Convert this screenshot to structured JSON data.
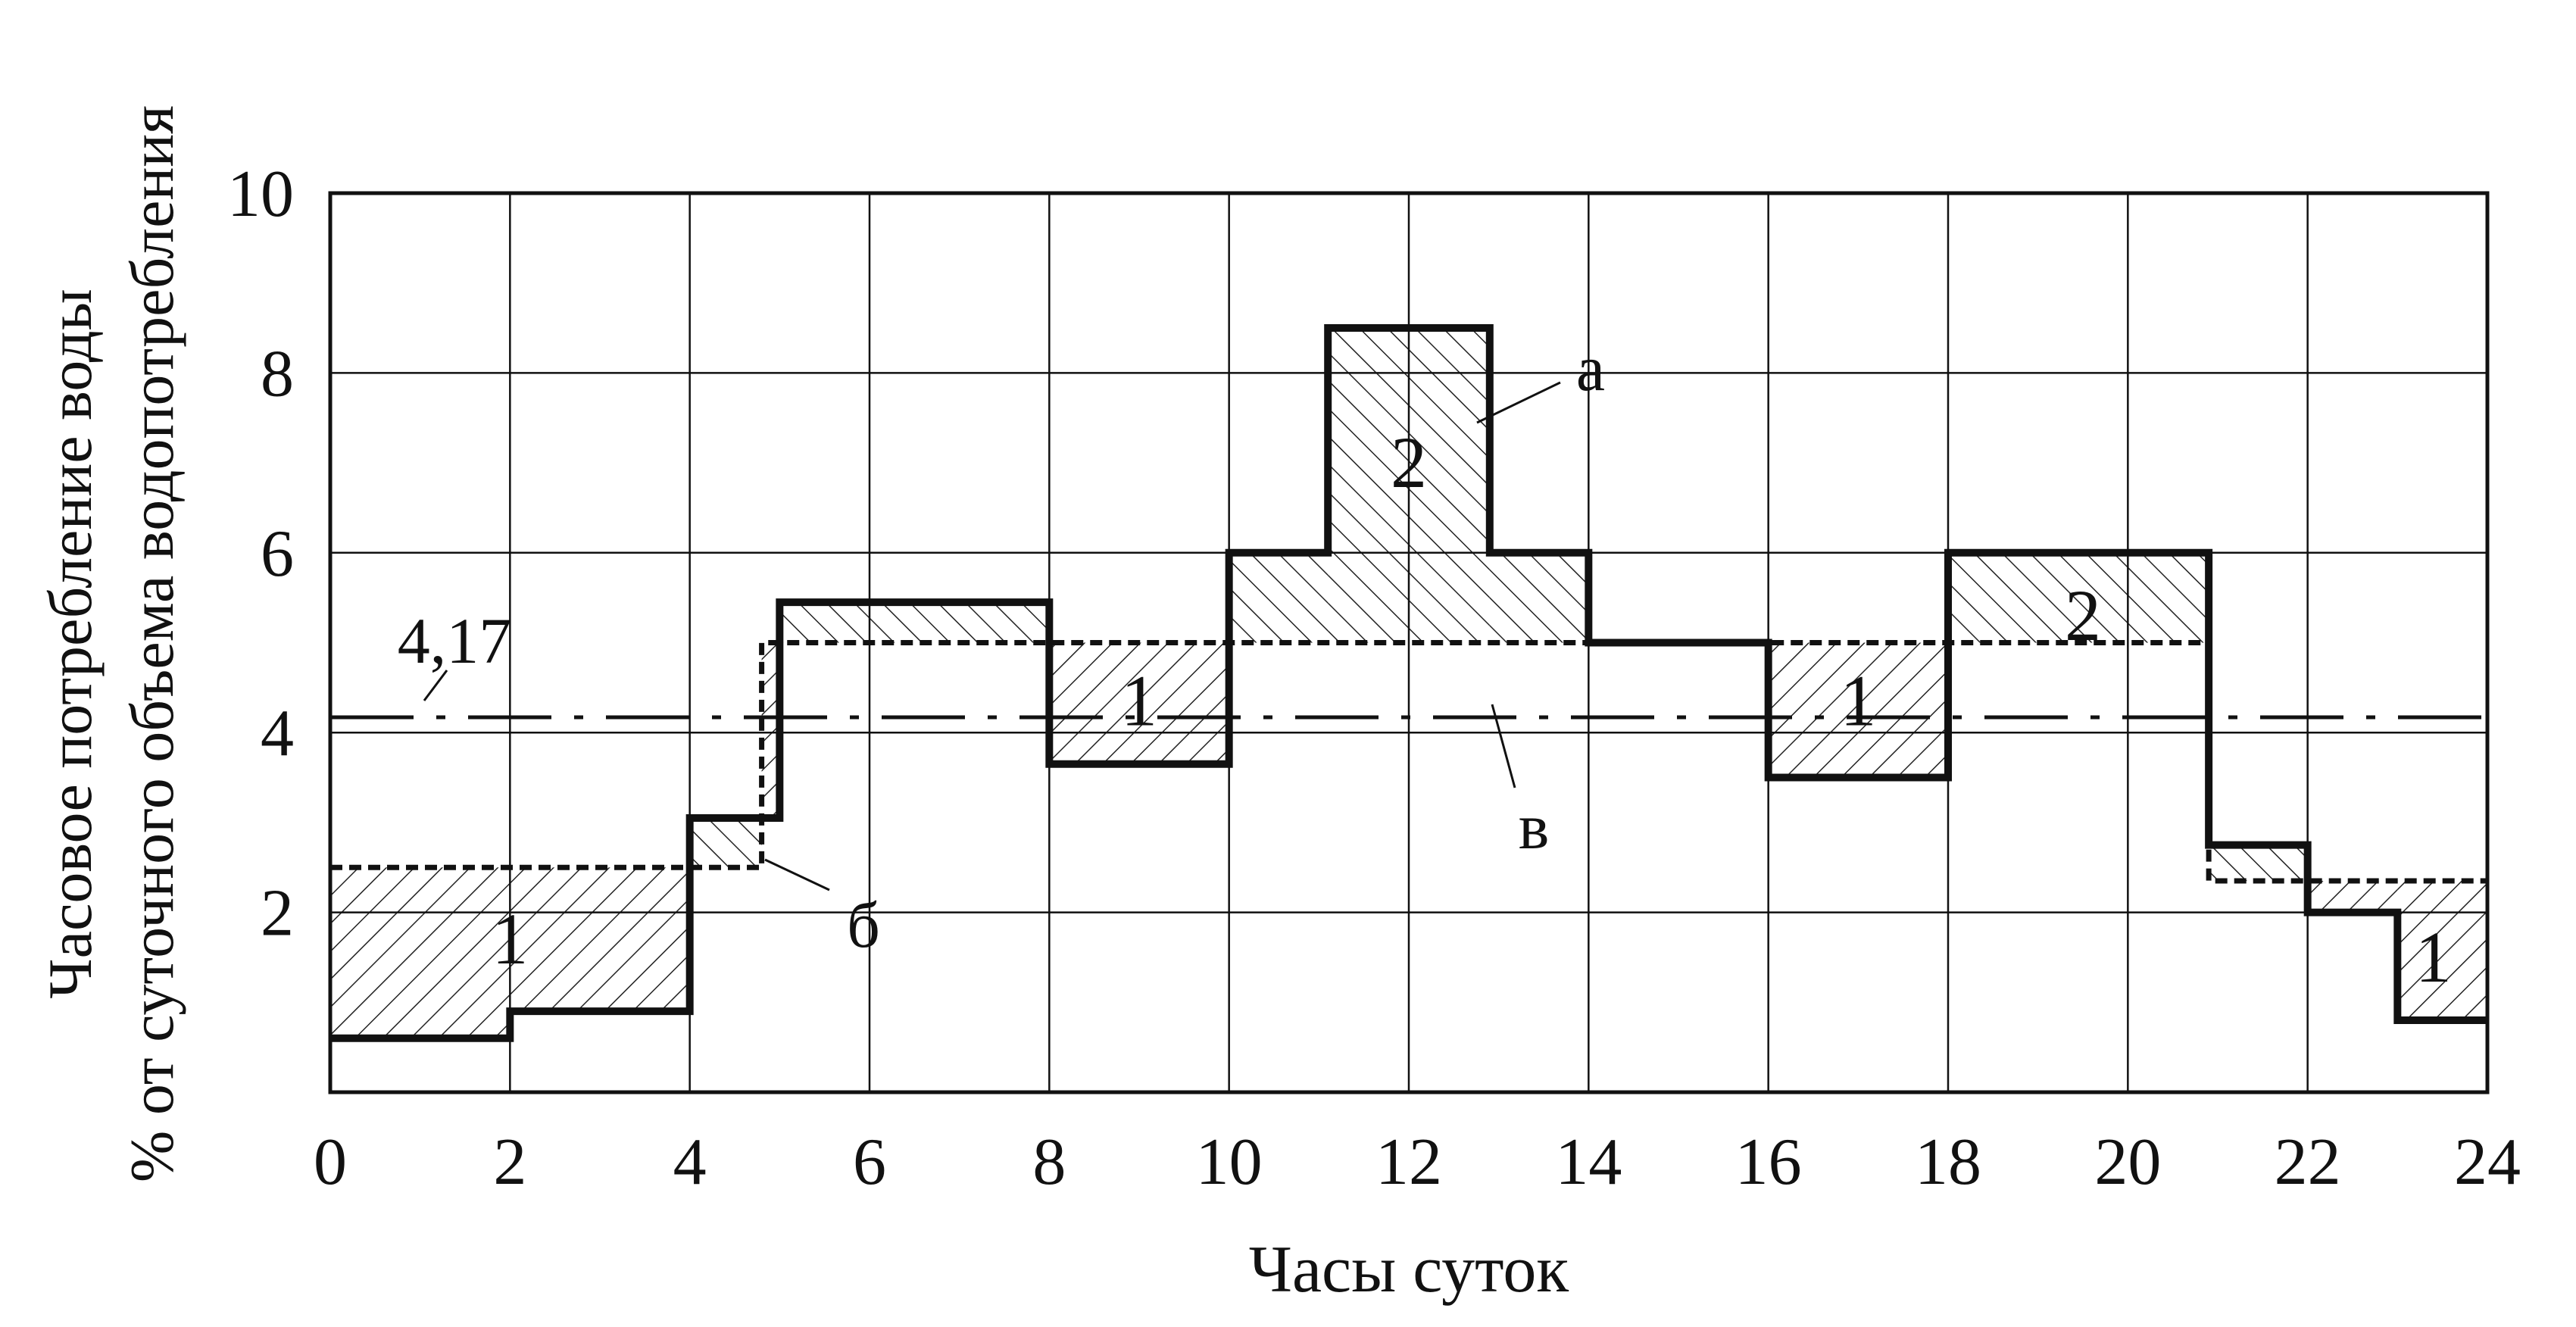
{
  "chart_data": {
    "type": "line",
    "xlabel": "Часы суток",
    "ylabel_lines": [
      "Часовое потребление воды",
      "% от суточного объема водопотребления"
    ],
    "xlim": [
      0,
      24
    ],
    "ylim": [
      0,
      10
    ],
    "x_ticks": [
      "0",
      "2",
      "4",
      "6",
      "8",
      "10",
      "12",
      "14",
      "16",
      "18",
      "20",
      "22",
      "24"
    ],
    "y_ticks": [
      "10",
      "8",
      "6",
      "4",
      "2"
    ],
    "grid": true,
    "series": [
      {
        "id": "a",
        "label": "а",
        "style": "solid-step",
        "x": [
          0,
          2,
          4,
          5,
          8,
          10,
          11.1,
          12.9,
          14,
          16,
          18,
          20.9,
          22,
          23,
          24
        ],
        "y": [
          0.6,
          0.9,
          3.05,
          5.45,
          3.65,
          6.0,
          8.5,
          6.0,
          5.0,
          3.5,
          6.0,
          2.75,
          2.0,
          0.8,
          0.8
        ]
      },
      {
        "id": "b",
        "label": "б",
        "style": "dashed-step",
        "x": [
          0,
          4,
          4.8,
          20.9,
          21,
          24
        ],
        "y": [
          2.5,
          2.5,
          5.0,
          2.35,
          2.35,
          2.35
        ]
      },
      {
        "id": "c",
        "label": "в",
        "style": "dash-dot",
        "value": 4.17
      }
    ],
    "average_label": "4,17",
    "zone_labels": [
      {
        "text": "1",
        "x": 2.0,
        "y": 1.7
      },
      {
        "text": "1",
        "x": 9.0,
        "y": 4.35
      },
      {
        "text": "2",
        "x": 12.0,
        "y": 7.0
      },
      {
        "text": "1",
        "x": 17.0,
        "y": 4.35
      },
      {
        "text": "2",
        "x": 19.5,
        "y": 5.3
      },
      {
        "text": "1",
        "x": 23.4,
        "y": 1.5
      }
    ]
  }
}
